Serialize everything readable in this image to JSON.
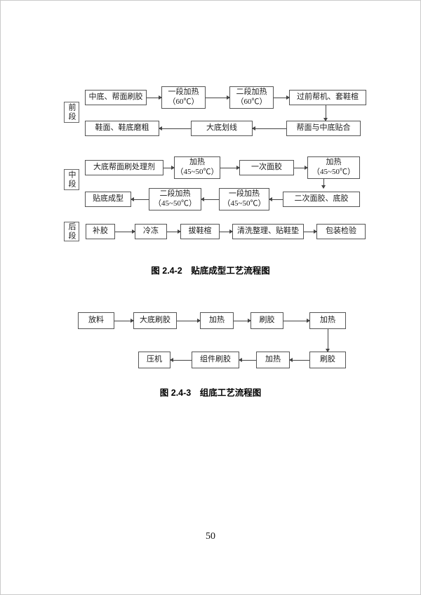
{
  "figure1": {
    "caption": "图 2.4-2　贴底成型工艺流程图",
    "stage_front": "前段",
    "stage_middle": "中段",
    "stage_back": "后段",
    "row1": [
      "中底、帮面刷胶",
      "一段加热\n（60℃）",
      "二段加热\n（60℃）",
      "过前帮机、套鞋楦"
    ],
    "row2": [
      "鞋面、鞋底磨粗",
      "大底划线",
      "帮面与中底贴合"
    ],
    "row3": [
      "大底帮面刷处理剂",
      "加热\n（45~50℃）",
      "一次面胶",
      "加热\n（45~50℃）"
    ],
    "row4": [
      "贴底成型",
      "二段加热\n（45~50℃）",
      "一段加热\n（45~50℃）",
      "二次面胶、底胶"
    ],
    "row5": [
      "补胶",
      "冷冻",
      "拔鞋楦",
      "清洗整理、贴鞋垫",
      "包装检验"
    ]
  },
  "figure2": {
    "caption": "图 2.4-3　组底工艺流程图",
    "row1": [
      "放料",
      "大底刷胶",
      "加热",
      "刷胶",
      "加热"
    ],
    "row2": [
      "压机",
      "组件刷胶",
      "加热",
      "刷胶"
    ]
  },
  "page": {
    "number": "50"
  }
}
